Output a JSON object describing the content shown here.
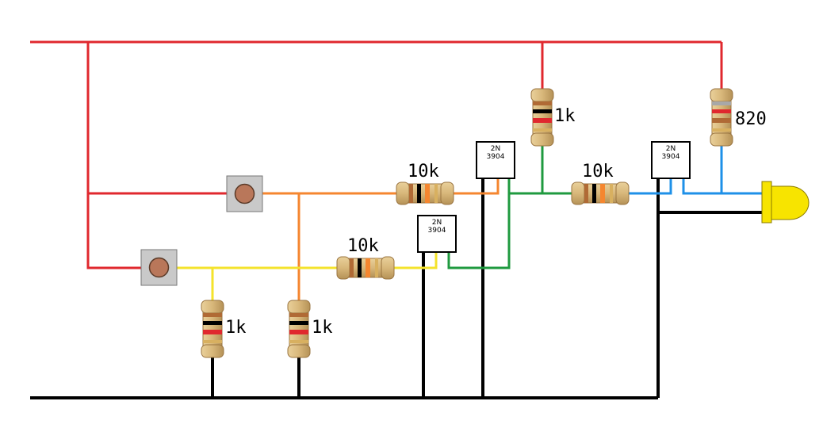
{
  "colors": {
    "vcc": "#e0282e",
    "ground": "#000000",
    "orange": "#f5862f",
    "yellow": "#f4e32c",
    "green": "#1f9a3f",
    "blue": "#1e90e8",
    "led": "#f7e400",
    "button_body": "#c9c9c9",
    "button_cap": "#b9775a"
  },
  "labels": {
    "r_top_mid": "1k",
    "r_top_right": "820",
    "r_base_upper": "10k",
    "r_base_lower": "10k",
    "r_base_right": "10k",
    "r_pulldown_left": "1k",
    "r_pulldown_right": "1k"
  },
  "transistors": {
    "q_upper": {
      "line1": "2N",
      "line2": "3904"
    },
    "q_lower": {
      "line1": "2N",
      "line2": "3904"
    },
    "q_right": {
      "line1": "2N",
      "line2": "3904"
    }
  },
  "icons": {
    "resistor": "resistor-icon",
    "transistor": "transistor-icon",
    "push_button": "push-button-icon",
    "led": "led-icon"
  }
}
